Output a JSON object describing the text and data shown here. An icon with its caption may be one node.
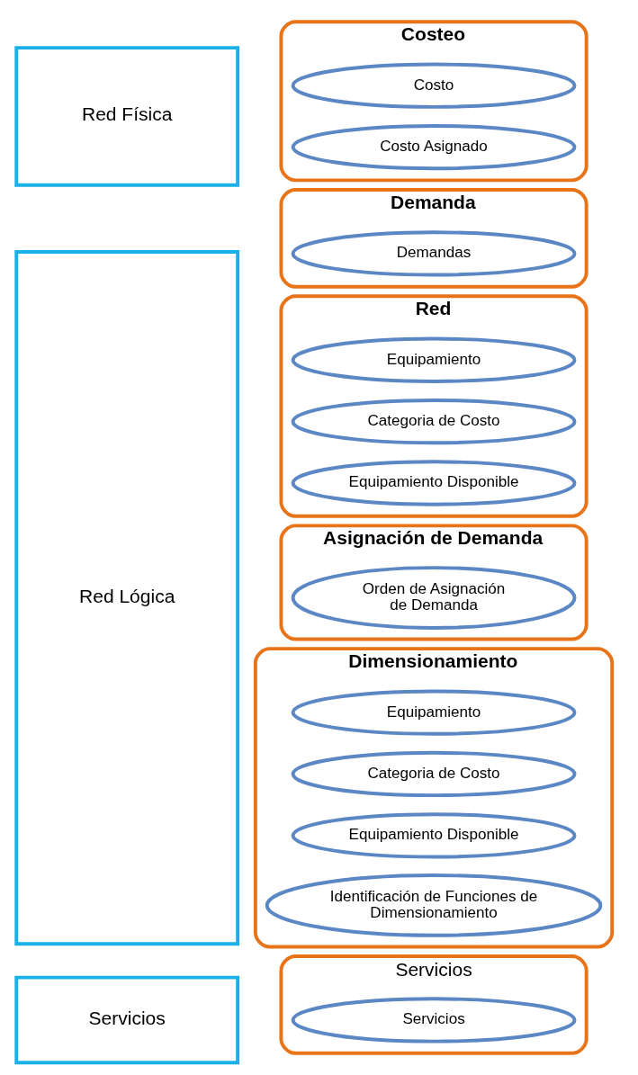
{
  "diagram": {
    "nodes": [
      {
        "text": [
          "Servicios"
        ]
      },
      {
        "text": [
          "Servicios"
        ]
      },
      {
        "text": [
          "Servicios"
        ],
        "in": 1
      },
      {
        "text": [
          "Red Lógica"
        ]
      },
      {
        "text": [
          "Demanda"
        ]
      },
      {
        "text": [
          "Demandas"
        ],
        "in": 4
      },
      {
        "text": [
          "Red"
        ]
      },
      {
        "text": [
          "Equipamiento"
        ],
        "in": 6
      },
      {
        "text": [
          "Categoria de Costo"
        ],
        "in": 6
      },
      {
        "text": [
          "Equipamiento Disponible"
        ],
        "in": 6
      },
      {
        "text": [
          "Asignación de Demanda"
        ]
      },
      {
        "text": [
          "Orden de Asignación de Demanda"
        ],
        "in": 10
      },
      {
        "text": [
          "Dimensionamiento"
        ]
      },
      {
        "text": [
          "Equipamiento"
        ],
        "in": 12
      },
      {
        "text": [
          "Categoria de Costo"
        ],
        "in": 12
      },
      {
        "text": [
          "Equipamiento Disponible"
        ],
        "in": 12
      },
      {
        "text": [
          "Identificación de Funciones de Dimensionamiento"
        ],
        "in": 12
      },
      {
        "text": [
          "Red Física"
        ]
      },
      {
        "text": [
          "Costeo"
        ]
      },
      {
        "text": [
          "Costo"
        ],
        "in": 18
      },
      {
        "text": [
          "Costo Asignado"
        ],
        "in": 18
      }
    ],
    "edges": []
  }
}
